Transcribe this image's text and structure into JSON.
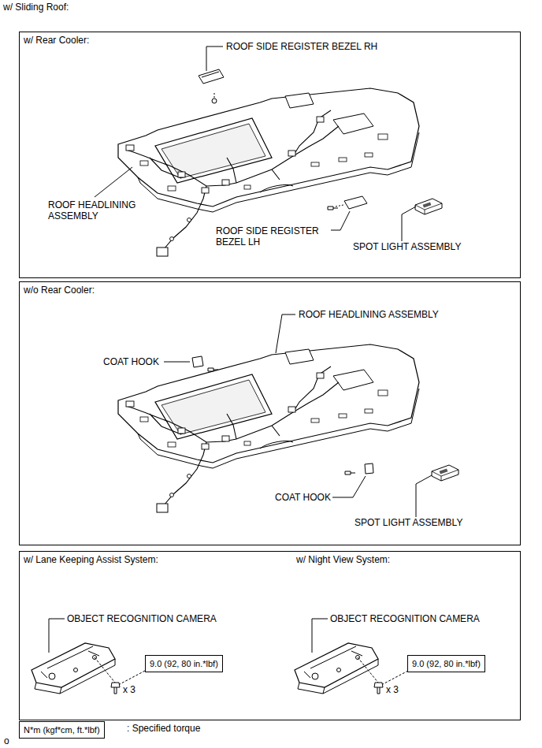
{
  "diagram": {
    "title": "w/ Sliding Roof:",
    "nodes": [
      {
        "text": [
          "w/ Rear Cooler:"
        ]
      },
      {
        "text": [
          "w/o Rear Cooler:"
        ]
      },
      {
        "text": [
          "w/ Lane Keeping Assist System:",
          "w/ Night View System:"
        ]
      },
      {
        "text": [
          "9.0 (92, 80 in.*lbf)"
        ],
        "in": 2
      },
      {
        "text": [
          "9.0 (92, 80 in.*lbf)"
        ],
        "in": 2
      },
      {
        "text": [
          "N*m (kgf*cm, ft.*lbf)"
        ]
      }
    ],
    "labels": [
      "ROOF SIDE REGISTER BEZEL RH",
      "ROOF HEADLINING ASSEMBLY",
      "ROOF SIDE REGISTER BEZEL LH",
      "SPOT LIGHT ASSEMBLY",
      "ROOF HEADLINING ASSEMBLY",
      "COAT HOOK",
      "COAT HOOK",
      "SPOT LIGHT ASSEMBLY",
      "OBJECT RECOGNITION CAMERA",
      "x 3",
      "OBJECT RECOGNITION CAMERA",
      "x 3",
      ": Specified torque",
      "o"
    ]
  }
}
